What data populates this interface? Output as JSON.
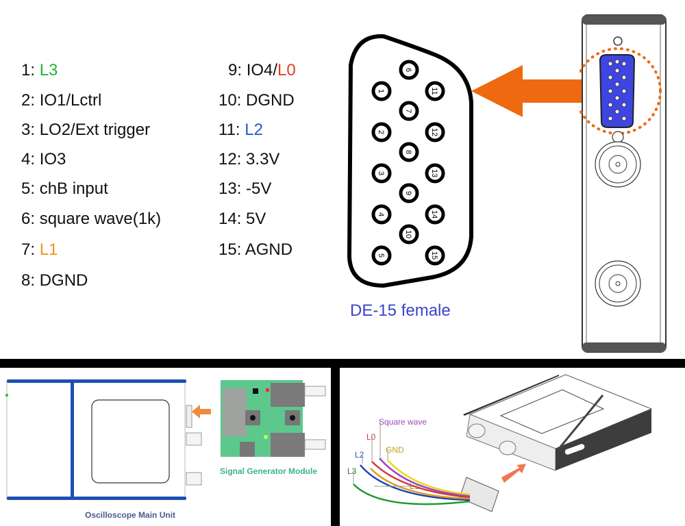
{
  "pinout": {
    "left_column": [
      {
        "num": "1:",
        "prefix": "",
        "label": "L3",
        "label_color": "green"
      },
      {
        "num": "2:",
        "prefix": "IO1/Lctrl",
        "label": "",
        "label_color": ""
      },
      {
        "num": "3:",
        "prefix": "LO2/Ext trigger",
        "label": "",
        "label_color": ""
      },
      {
        "num": "4:",
        "prefix": "IO3",
        "label": "",
        "label_color": ""
      },
      {
        "num": "5:",
        "prefix": "chB input",
        "label": "",
        "label_color": ""
      },
      {
        "num": "6:",
        "prefix": "square wave(1k)",
        "label": "",
        "label_color": ""
      },
      {
        "num": "7:",
        "prefix": "",
        "label": "L1",
        "label_color": "orange"
      },
      {
        "num": "8:",
        "prefix": "DGND",
        "label": "",
        "label_color": ""
      }
    ],
    "right_column": [
      {
        "num": "9:",
        "prefix": "IO4/",
        "label": "L0",
        "label_color": "red"
      },
      {
        "num": "10:",
        "prefix": "DGND",
        "label": "",
        "label_color": ""
      },
      {
        "num": "11:",
        "prefix": "",
        "label": "L2",
        "label_color": "blue"
      },
      {
        "num": "12:",
        "prefix": "3.3V",
        "label": "",
        "label_color": ""
      },
      {
        "num": "13:",
        "prefix": "-5V",
        "label": "",
        "label_color": ""
      },
      {
        "num": "14:",
        "prefix": "5V",
        "label": "",
        "label_color": ""
      },
      {
        "num": "15:",
        "prefix": "AGND",
        "label": "",
        "label_color": ""
      }
    ]
  },
  "connector": {
    "caption": "DE-15 female",
    "pins": [
      "1",
      "2",
      "3",
      "4",
      "5",
      "6",
      "7",
      "8",
      "9",
      "10",
      "11",
      "12",
      "13",
      "14",
      "15"
    ]
  },
  "colors": {
    "green": "#22b335",
    "orange": "#f0931c",
    "red": "#e0401c",
    "blue": "#1f5fc4",
    "arrow": "#ee6a10",
    "vga_port": "#3e45e0",
    "caption": "#3a44c8"
  },
  "bottom_left": {
    "main_unit_caption": "Oscilloscope Main Unit",
    "module_caption": "Signal Generator Module"
  },
  "bottom_right": {
    "wire_labels": {
      "square_wave": "Square wave",
      "l0": "L0",
      "gnd": "GND",
      "l2": "L2",
      "l3": "L3",
      "l1": "L1"
    }
  }
}
